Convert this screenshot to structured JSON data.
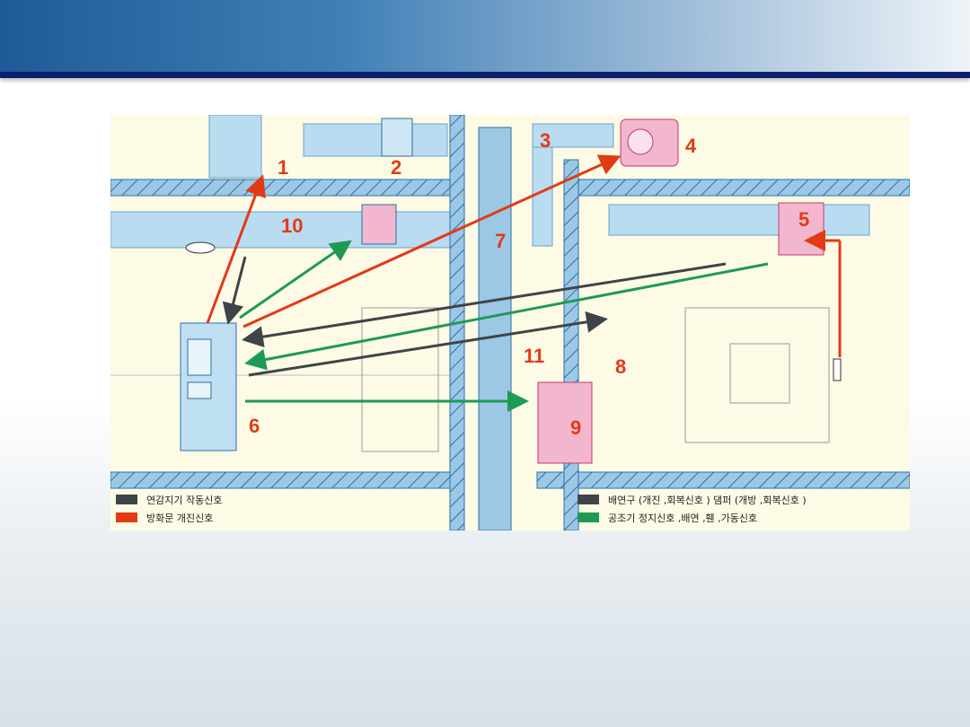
{
  "slide": {
    "accent_colors": {
      "header_start": "#1f5a98",
      "header_end": "#eef3f8",
      "header_rule": "#0b1f6e"
    }
  },
  "diagram": {
    "callouts": [
      "1",
      "2",
      "3",
      "4",
      "5",
      "6",
      "7",
      "8",
      "9",
      "10",
      "11"
    ],
    "legend": [
      {
        "label": "연감지기 작동신호",
        "color": "#3f4448"
      },
      {
        "label": "방화문 개진신호",
        "color": "#e23a16"
      },
      {
        "label": "배연구 (개진 ,회복신호 ) 댐퍼 (개방 ,회복신호 )",
        "color": "#3f4448"
      },
      {
        "label": "공조기 정지신호 ,배연 ,휀 ,가동신호",
        "color": "#1f9a55"
      }
    ],
    "signal_colors": {
      "smoke_detector": "#3f4448",
      "fire_door": "#e23a16",
      "hvac_stop": "#1f9a55"
    }
  }
}
